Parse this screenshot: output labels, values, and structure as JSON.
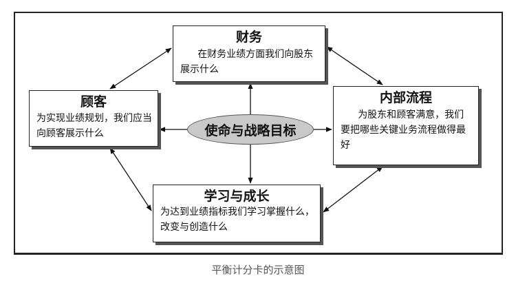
{
  "diagram": {
    "center": "使命与战略目标",
    "finance": {
      "title": "财务",
      "description": "在财务业绩方面我们向股东展示什么"
    },
    "customer": {
      "title": "顾客",
      "description": "为实现业绩规划，我们应当向顾客展示什么"
    },
    "internal": {
      "title": "内部流程",
      "description": "为股东和顾客满意，我们要把哪些关键业务流程做得最好"
    },
    "learning": {
      "title": "学习与成长",
      "description": "为达到业绩指标我们学习掌握什么，改变与创造什么"
    }
  },
  "caption": "平衡计分卡的示意图"
}
